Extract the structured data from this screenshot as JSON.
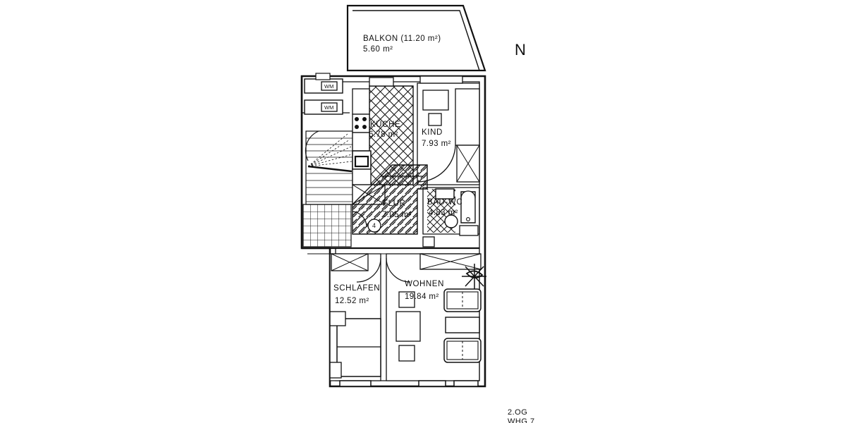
{
  "document": {
    "type": "architectural-floor-plan",
    "compass_label": "N",
    "footer_lines": [
      "2.OG",
      "WHG 7"
    ],
    "apartment_marker": "4"
  },
  "balcony": {
    "name": "BALKON",
    "total_area": "(11.20 m²)",
    "counted_area": "5.60 m²",
    "full_label": "BALKON (11.20 m²)"
  },
  "rooms": [
    {
      "id": "kueche",
      "name": "KÜCHE",
      "area": "6.78 m²",
      "hatch": "diamond"
    },
    {
      "id": "kind",
      "name": "KIND",
      "area": "7.93 m²",
      "hatch": "none"
    },
    {
      "id": "flur",
      "name": "FLUR",
      "area": "7.05 m²",
      "hatch": "diagonal"
    },
    {
      "id": "bad-wc",
      "name": "BAD-WC",
      "area": "4.83 m²",
      "hatch": "diamond"
    },
    {
      "id": "schlafen",
      "name": "SCHLAFEN",
      "area": "12.52 m²",
      "hatch": "none"
    },
    {
      "id": "wohnen",
      "name": "WOHNEN",
      "area": "19.84 m²",
      "hatch": "none"
    }
  ],
  "appliances": [
    {
      "id": "wm-1",
      "label": "WM"
    },
    {
      "id": "wm-2",
      "label": "WM"
    }
  ],
  "colors": {
    "line": "#111111",
    "paper": "#ffffff",
    "hatch": "#1a1a1a"
  }
}
